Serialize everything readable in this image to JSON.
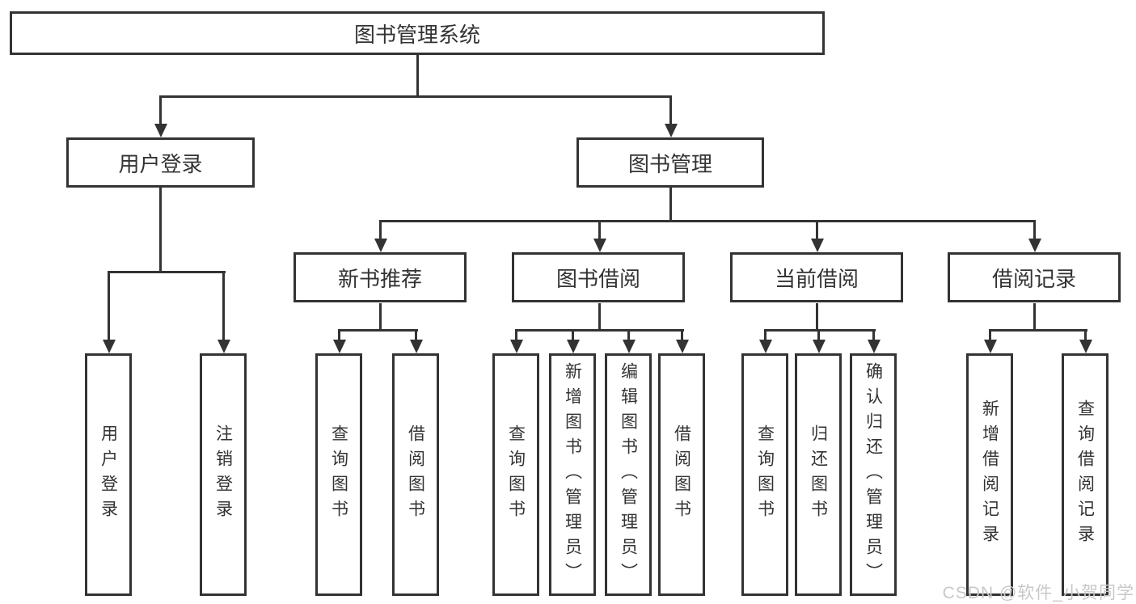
{
  "nodes": {
    "root": "图书管理系统",
    "user_login": "用户登录",
    "book_mgmt": "图书管理",
    "new_book_rec": "新书推荐",
    "book_borrow": "图书借阅",
    "current_borrow": "当前借阅",
    "borrow_records": "借阅记录",
    "ul_user_login": "用户登录",
    "ul_logout": "注销登录",
    "nbr_query_book": "查询图书",
    "nbr_borrow_book": "借阅图书",
    "bb_query_book": "查询图书",
    "bb_add_book": "新增图书（管理员）",
    "bb_edit_book": "编辑图书（管理员）",
    "bb_borrow_book": "借阅图书",
    "cb_query_book": "查询图书",
    "cb_return_book": "归还图书",
    "cb_confirm_return": "确认归还（管理员）",
    "br_add_record": "新增借阅记录",
    "br_query_record": "查询借阅记录"
  },
  "watermark": {
    "text": "CSDN @软件_小贺同学"
  },
  "colors": {
    "line": "#333333",
    "text": "#333333",
    "watermark": "#c8c8c8",
    "background": "#ffffff"
  }
}
